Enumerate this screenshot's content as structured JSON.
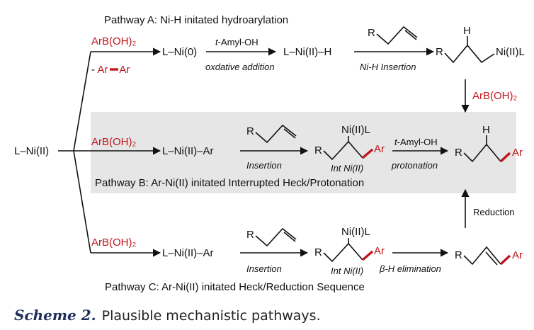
{
  "pathways": {
    "a": "Pathway A: Ni-H initated hydroarylation",
    "b": "Pathway B: Ar-Ni(II) initated Interrupted Heck/Protonation",
    "c": "Pathway C: Ar-Ni(II) initated Heck/Reduction Sequence"
  },
  "species": {
    "start": "L–Ni(II)",
    "boronic_acid": "ArB(OH)₂",
    "minus": "- ",
    "ar_ar_left": "Ar",
    "ar_ar_right": "Ar",
    "ni0": "L–Ni(0)",
    "nih": "L–Ni(II)–H",
    "arni": "L–Ni(II)–Ar",
    "R": "R",
    "H": "H",
    "Ar": "Ar",
    "nill": "Ni(II)L"
  },
  "arrow_labels": {
    "t_prefix": "t",
    "t_amyl_rest": "-Amyl-OH",
    "oxidative_addition": "oxdative addition",
    "nih_insertion": "Ni-H Insertion",
    "insertion": "Insertion",
    "protonation": "protonation",
    "int_ni": "Int Ni(II)",
    "beta": "β",
    "beta_elim_rest": "-H elimination",
    "reduction": "Reduction"
  },
  "caption": {
    "label": "Scheme 2.",
    "text": "Plausible mechanistic pathways."
  },
  "colors": {
    "accent_red": "#c0151b",
    "band": "#e6e6e6",
    "caption_label": "#1f2f5a"
  }
}
